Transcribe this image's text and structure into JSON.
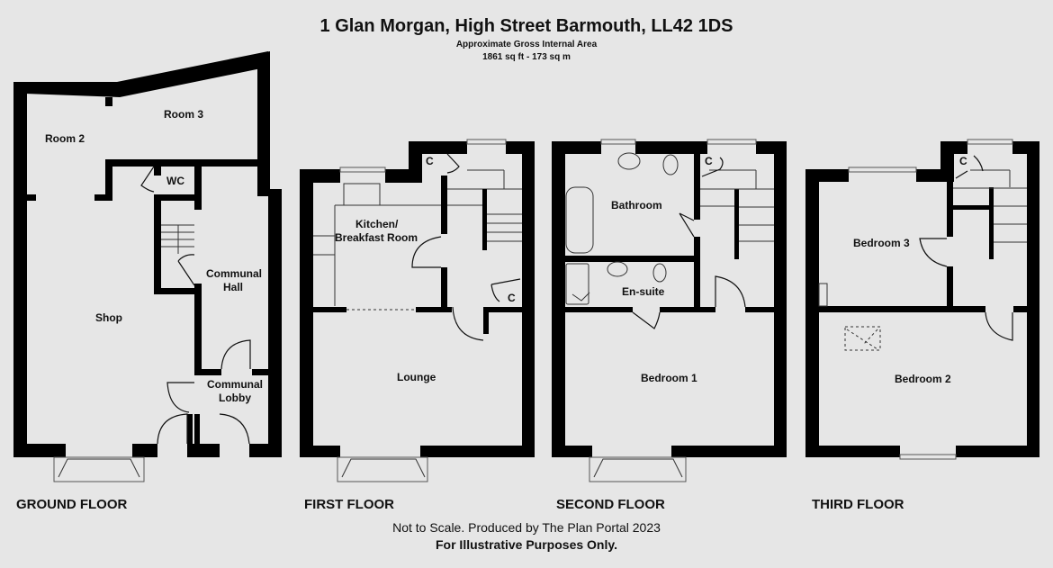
{
  "header": {
    "title": "1 Glan Morgan, High Street Barmouth, LL42 1DS",
    "area_label": "Approximate Gross Internal Area",
    "area_value": "1861 sq ft - 173 sq m"
  },
  "floors": [
    {
      "label": "GROUND FLOOR",
      "rooms": [
        "Room 2",
        "Room 3",
        "WC",
        "Shop",
        "Communal Hall",
        "Communal Lobby"
      ]
    },
    {
      "label": "FIRST FLOOR",
      "rooms": [
        "Kitchen/ Breakfast Room",
        "C",
        "C",
        "Lounge"
      ]
    },
    {
      "label": "SECOND FLOOR",
      "rooms": [
        "Bathroom",
        "C",
        "En-suite",
        "Bedroom 1"
      ]
    },
    {
      "label": "THIRD FLOOR",
      "rooms": [
        "Bedroom 3",
        "C",
        "Bedroom 2"
      ]
    }
  ],
  "labels": {
    "room2": "Room 2",
    "room3": "Room 3",
    "wc": "WC",
    "shop": "Shop",
    "communal_hall_1": "Communal",
    "communal_hall_2": "Hall",
    "communal_lobby_1": "Communal",
    "communal_lobby_2": "Lobby",
    "kitchen_1": "Kitchen/",
    "kitchen_2": "Breakfast Room",
    "cupboard": "C",
    "lounge": "Lounge",
    "bathroom": "Bathroom",
    "ensuite": "En-suite",
    "bedroom1": "Bedroom 1",
    "bedroom3": "Bedroom 3",
    "bedroom2": "Bedroom 2"
  },
  "footer": {
    "credit": "Not to Scale. Produced by The Plan Portal 2023",
    "disclaimer": "For Illustrative Purposes Only."
  },
  "colors": {
    "background": "#e6e6e6",
    "walls": "#000000",
    "text": "#111111"
  }
}
